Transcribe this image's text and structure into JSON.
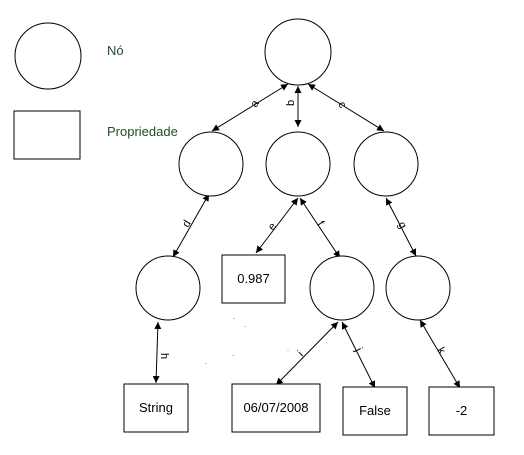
{
  "legend": {
    "node_label": "Nó",
    "property_label": "Propriedade"
  },
  "edges": {
    "a": "a",
    "b": "b",
    "c": "c",
    "d": "d",
    "e": "e",
    "f": "f",
    "g": "g",
    "h": "h",
    "i": "i",
    "j": "j",
    "k": "k"
  },
  "properties": {
    "p1": "0.987",
    "p2": "String",
    "p3": "06/07/2008",
    "p4": "False",
    "p5": "-2"
  },
  "colors": {
    "legend_text": "#1e4d2b",
    "stroke": "#000000"
  }
}
